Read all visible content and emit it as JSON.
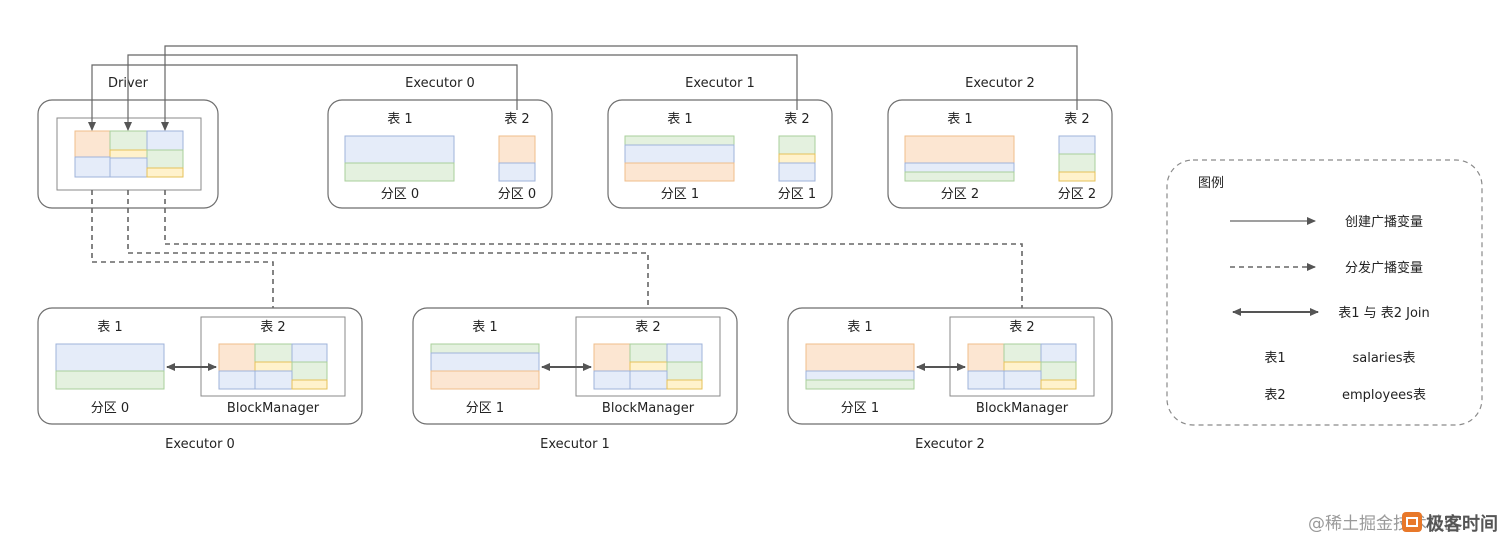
{
  "driver": {
    "label": "Driver"
  },
  "top_executors": [
    {
      "title": "Executor 0",
      "table1": "表 1",
      "table2": "表 2",
      "partition1": "分区 0",
      "partition2": "分区 0"
    },
    {
      "title": "Executor 1",
      "table1": "表 1",
      "table2": "表 2",
      "partition1": "分区 1",
      "partition2": "分区 1"
    },
    {
      "title": "Executor 2",
      "table1": "表 1",
      "table2": "表 2",
      "partition1": "分区 2",
      "partition2": "分区 2"
    }
  ],
  "bottom_executors": [
    {
      "title": "Executor 0",
      "table1": "表 1",
      "table2": "表 2",
      "partition": "分区 0",
      "block_manager": "BlockManager"
    },
    {
      "title": "Executor 1",
      "table1": "表 1",
      "table2": "表 2",
      "partition": "分区 1",
      "block_manager": "BlockManager"
    },
    {
      "title": "Executor 2",
      "table1": "表 1",
      "table2": "表 2",
      "partition": "分区 1",
      "block_manager": "BlockManager"
    }
  ],
  "legend": {
    "title": "图例",
    "create_broadcast": "创建广播变量",
    "distribute_broadcast": "分发广播变量",
    "join": "表1 与 表2 Join",
    "table1_key": "表1",
    "table1_value": "salaries表",
    "table2_key": "表2",
    "table2_value": "employees表"
  },
  "watermark": {
    "community": "@稀土掘金技术社区",
    "brand": "极客时间"
  },
  "colors": {
    "blue": "#e5ecf9",
    "green": "#e4f1df",
    "orange": "#fce6d2",
    "yellow": "#fff2cc"
  }
}
